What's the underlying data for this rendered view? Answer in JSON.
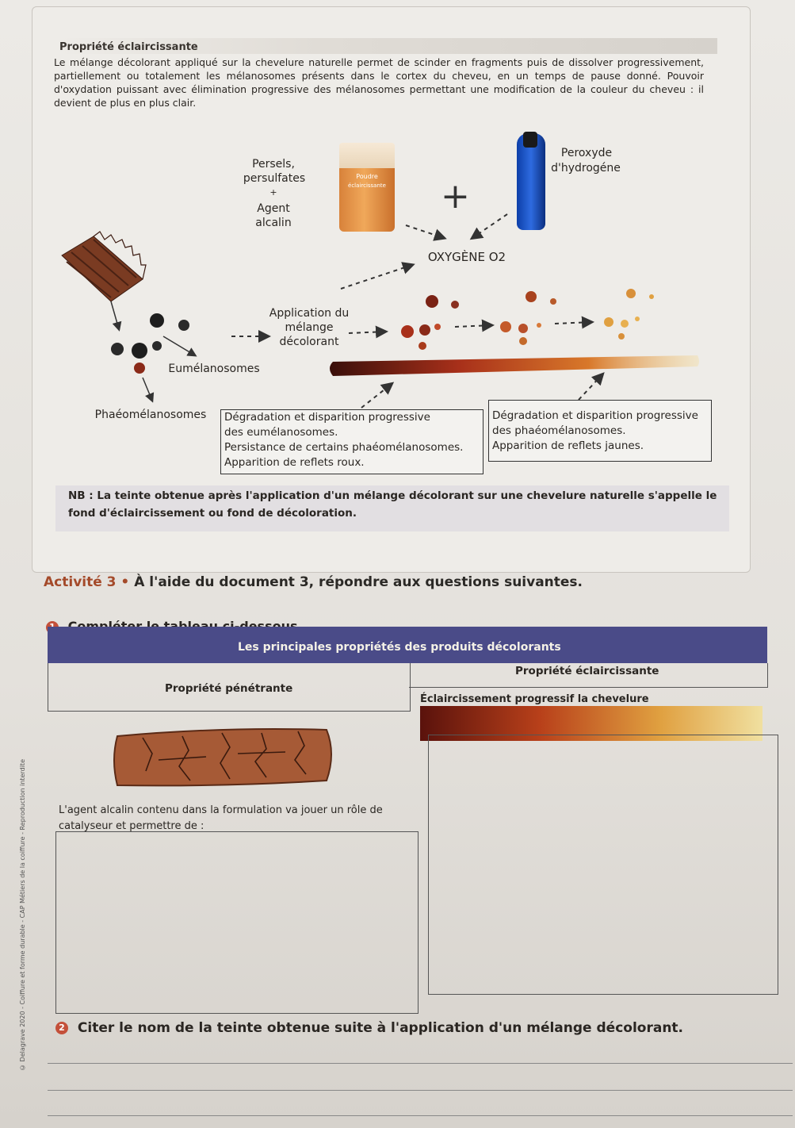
{
  "document": {
    "title": "Propriété éclaircissante",
    "intro": "Le mélange décolorant appliqué sur la chevelure naturelle permet de scinder en fragments puis de dissolver progressivement, partiellement ou totalement les mélanosomes présents dans le cortex du cheveu, en un temps de pause donné. Pouvoir d'oxydation puissant avec élimination progressive des mélanosomes permettant une modification de la couleur du cheveu : il devient de plus en plus clair."
  },
  "diagram": {
    "persels": "Persels,",
    "persulfates": "persulfates",
    "plus_small": "+",
    "agent": "Agent",
    "alcalin": "alcalin",
    "jar_label_1": "Poudre",
    "jar_label_2": "éclaircissante",
    "plus_big": "+",
    "peroxyde_1": "Peroxyde",
    "peroxyde_2": "d'hydrogéne",
    "oxygen": "OXYGÈNE O2",
    "application_1": "Application du",
    "application_2": "mélange",
    "application_3": "décolorant",
    "eumelanosomes": "Eumélanosomes",
    "phaeomelanosomes": "Phaéomélanosomes",
    "box_left": [
      "Dégradation et disparition progressive",
      "des eumélanosomes.",
      "Persistance de certains phaéomélanosomes.",
      "Apparition de reflets roux."
    ],
    "box_right": [
      "Dégradation et disparition progressive",
      "des phaéomélanosomes.",
      "Apparition de reflets jaunes."
    ]
  },
  "nb": "NB : La teinte obtenue après l'application d'un mélange décolorant sur une chevelure naturelle s'appelle le fond d'éclaircissement ou fond de décoloration.",
  "activity": {
    "label": "Activité 3",
    "bullet": "•",
    "text": "À l'aide du document 3, répondre aux questions suivantes."
  },
  "questions": {
    "q1_num": "1",
    "q1": "Compléter le tableau ci-dessous.",
    "q2_num": "2",
    "q2": "Citer le nom de la teinte obtenue suite à l'application d'un mélange décolorant."
  },
  "table": {
    "title": "Les principales propriétés des produits décolorants",
    "col_left": "Propriété pénétrante",
    "col_right": "Propriété éclaircissante",
    "right_sub": "Éclaircissement progressif la chevelure",
    "left_text": "L'agent alcalin contenu dans la formulation va jouer un rôle de catalyseur et permettre de :"
  },
  "side_note": "© Delagrave 2020 - Coiffure et forme durable - CAP Métiers de la coiffure - Reproduction interdite"
}
